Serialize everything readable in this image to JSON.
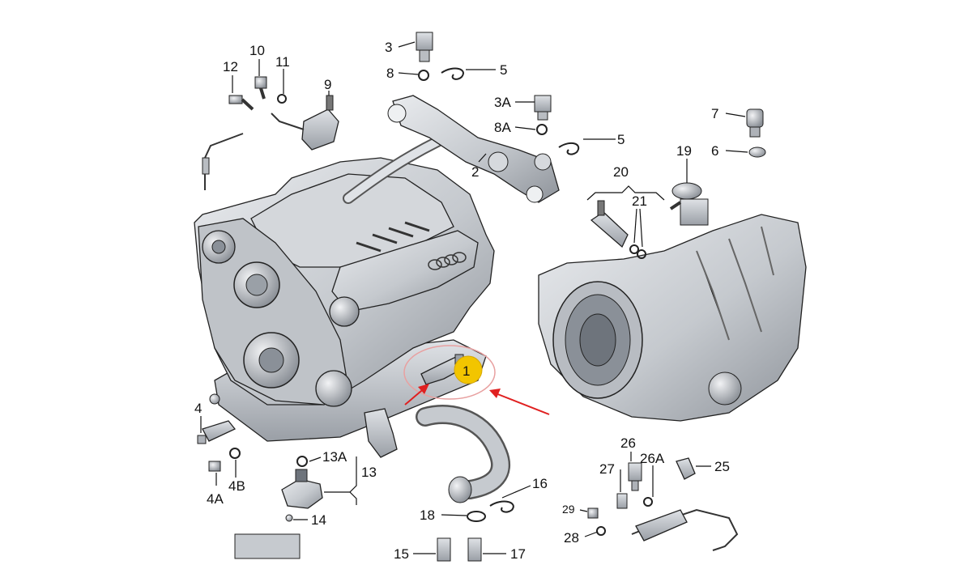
{
  "callouts": {
    "c1": "1",
    "c2": "2",
    "c3": "3",
    "c3a": "3A",
    "c4": "4",
    "c4a": "4A",
    "c4b": "4B",
    "c5a": "5",
    "c5b": "5",
    "c6": "6",
    "c7": "7",
    "c8": "8",
    "c8a": "8A",
    "c9": "9",
    "c10": "10",
    "c11": "11",
    "c12": "12",
    "c13": "13",
    "c13a": "13A",
    "c14": "14",
    "c15": "15",
    "c16": "16",
    "c17": "17",
    "c18": "18",
    "c19": "19",
    "c20": "20",
    "c21": "21",
    "c25": "25",
    "c26": "26",
    "c26a": "26A",
    "c27": "27",
    "c28": "28",
    "c29": "29"
  },
  "colors": {
    "highlight_fill": "#f2c500",
    "highlight_ring": "#e8a0a0",
    "arrow": "#e02020",
    "part_fill": "#c9ccd1",
    "part_shadow": "#8f949b",
    "part_light": "#e6e8eb"
  },
  "icons": {
    "engine": "engine-block-icon",
    "transmission": "transmission-housing-icon",
    "brand_logo": "four-rings-logo"
  }
}
